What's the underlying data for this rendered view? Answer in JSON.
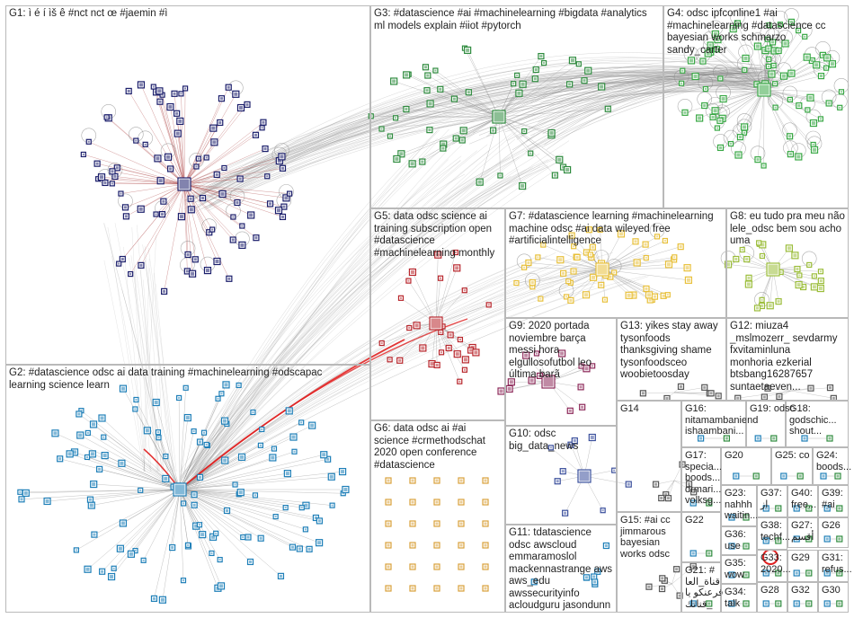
{
  "title": "",
  "colors": {
    "frame": "#b9b9b9",
    "edge": "#8f8f8f",
    "edge_strong": "#e02020",
    "g1": "#1b1e6b",
    "g2": "#1e7fb8",
    "g3": "#2e8b3e",
    "g4": "#39a845",
    "g5": "#b8262c",
    "g6": "#d9a13a",
    "g7": "#e8c03a",
    "g8": "#9bbd3a",
    "g9": "#8d2a5a",
    "g10": "#3a4f9c",
    "misc": "#555555"
  },
  "groups": [
    {
      "id": "G1",
      "label": "G1: ì é í ìš ê #nct nct œ #jaemin #ì"
    },
    {
      "id": "G2",
      "label": "G2: #datascience odsc ai data training #machinelearning #odscapac\nlearning science learn"
    },
    {
      "id": "G3",
      "label": "G3: #datascience #ai #machinelearning #bigdata #analytics\nml models explain #iiot #pytorch"
    },
    {
      "id": "G4",
      "label": "G4: odsc ipfconline1 #ai\n#machinelearning #datascience cc\nbayesian works schmarzo\nsandy_carter"
    },
    {
      "id": "G5",
      "label": "G5: data odsc science ai\ntraining subscription open\n#datascience\n#machinelearning monthly"
    },
    {
      "id": "G6",
      "label": "G6: data odsc ai #ai\nscience #crmethodschat\n2020 open conference\n#datascience"
    },
    {
      "id": "G7",
      "label": "G7: #datascience learning #machinelearning\nmachine odsc #ai data wileyed free\n#artificialintelligence"
    },
    {
      "id": "G8",
      "label": "G8: eu tudo pra meu não\nlele_odsc bem sou acho\numa"
    },
    {
      "id": "G9",
      "label": "G9: 2020 portada\nnoviembre barça\nmessi hora\nelgullosofutbol leo\núltima barã"
    },
    {
      "id": "G10",
      "label": "G10: odsc\nbig_data_news"
    },
    {
      "id": "G11",
      "label": "G11: tdatascience\nodsc awscloud\nemmaramoslol\nmackennastrange aws\naws_edu\nawssecurityinfo\nacloudguru jasondunn"
    },
    {
      "id": "G12",
      "label": "G12: miuza4\n_mslmozerr_ sevdarmy\nfxvitaminluna\nmonhoria ezkerial\nbtsbang16287657\nsuntaetaeven..."
    },
    {
      "id": "G13",
      "label": "G13: yikes stay away\ntysonfoods\nthanksgiving shame\ntysonfoodsceo\nwoobietoosday"
    },
    {
      "id": "G14",
      "label": "G14"
    },
    {
      "id": "G15",
      "label": "G15: #ai cc\njimmarous\nbayesian\nworks odsc"
    },
    {
      "id": "G16",
      "label": "G16:\nnitamambaniend\nishaambani..."
    },
    {
      "id": "G17",
      "label": "G17:\nspecia...\nboods...\ndrmari...\nvolksg..."
    },
    {
      "id": "G18",
      "label": "G18:\ngodschic...\nshout..."
    },
    {
      "id": "G19",
      "label": "G19: odsc"
    },
    {
      "id": "G20",
      "label": "G20"
    },
    {
      "id": "G21",
      "label": "G21: #\nقناة_العا\nفرعنكو يا\nقناتك_"
    },
    {
      "id": "G22",
      "label": "G22"
    },
    {
      "id": "G23",
      "label": "G23:\nnahhh\nwaitin..."
    },
    {
      "id": "G24",
      "label": "G24:\nboods..."
    },
    {
      "id": "G25",
      "label": "G25: co"
    },
    {
      "id": "G26",
      "label": "G26"
    },
    {
      "id": "G27",
      "label": "G27:\nأقسم"
    },
    {
      "id": "G28",
      "label": "G28"
    },
    {
      "id": "G29",
      "label": "G29"
    },
    {
      "id": "G30",
      "label": "G30"
    },
    {
      "id": "G31",
      "label": "G31:\nrefus..."
    },
    {
      "id": "G32",
      "label": "G32"
    },
    {
      "id": "G33",
      "label": "G33:\n2020..."
    },
    {
      "id": "G34",
      "label": "G34:\ntalk"
    },
    {
      "id": "G35",
      "label": "G35:\nwow"
    },
    {
      "id": "G36",
      "label": "G36:\nuse"
    },
    {
      "id": "G37",
      "label": "G37:\nاز"
    },
    {
      "id": "G38",
      "label": "G38:\ntechf..."
    },
    {
      "id": "G39",
      "label": "G39:\n#ai"
    },
    {
      "id": "G40",
      "label": "G40:\nfree..."
    }
  ]
}
